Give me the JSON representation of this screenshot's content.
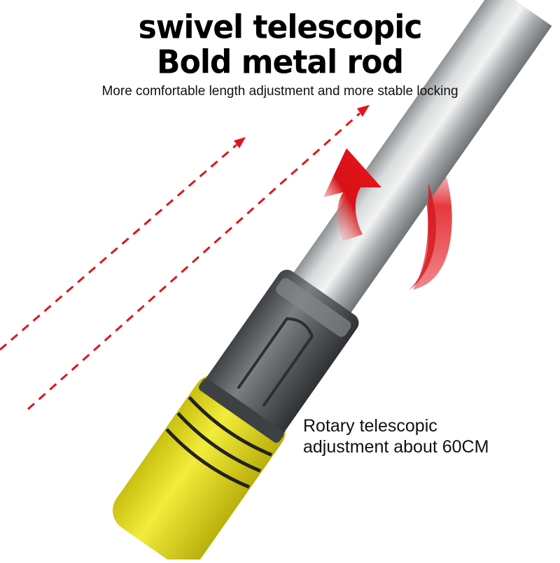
{
  "heading": {
    "line1": "swivel telescopic",
    "line2": "Bold metal rod",
    "subtitle": "More comfortable length adjustment and more stable locking"
  },
  "caption": {
    "line1": "Rotary telescopic",
    "line2": "adjustment about 60CM"
  },
  "colors": {
    "accent_red": "#e0151b",
    "rod_silver": "#b9bcbe",
    "sleeve_gray": "#5a5d60",
    "grip_yellow": "#e8e01a"
  },
  "icons": [
    "dashed-arrow-icon",
    "rotation-arrow-icon"
  ]
}
